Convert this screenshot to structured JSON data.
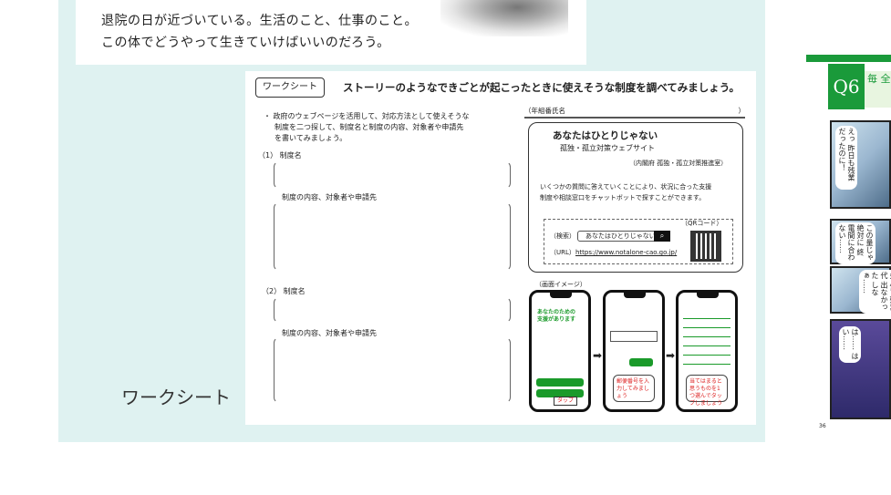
{
  "story": {
    "line1": "退院の日が近づいている。生活のこと、仕事のこと。",
    "line2": "この体でどうやって生きていけばいいのだろう。"
  },
  "worksheet_label": "ワークシート",
  "sheet": {
    "tag": "ワークシート",
    "heading": "ストーリーのようなできごとが起こったときに使えそうな制度を調べてみましょう。",
    "instructions": [
      "・ 政府のウェブページを活用して、対応方法として使えそうな",
      "制度を二つ探して、制度名と制度の内容、対象者や申請先",
      "を書いてみましょう。"
    ],
    "item1_name": "（1） 制度名",
    "item1_detail": "制度の内容、対象者や申請先",
    "item2_name": "（2） 制度名",
    "item2_detail": "制度の内容、対象者や申請先",
    "name_line": {
      "open": "（",
      "year": "年",
      "class": "組",
      "number": "番",
      "name": "氏名",
      "close": "）"
    },
    "card": {
      "title": "あなたはひとりじゃない",
      "subtitle": "孤独・孤立対策ウェブサイト",
      "org": "（内閣府 孤独・孤立対策推進室）",
      "desc1": "いくつかの質問に答えていくことにより、状況に合った支援",
      "desc2": "制度や相談窓口をチャットボットで探すことができます。",
      "search_label": "（検索）",
      "search_value": "あなたはひとりじゃない",
      "qr_label": "（QRコード）",
      "url_label": "（URL）",
      "url": "https://www.notalone-cao.go.jp/"
    },
    "screen_label": "（画面イメージ）",
    "phone1": {
      "text1": "あなたのための",
      "text2": "支援があります",
      "callout": "タップ"
    },
    "phone2": {
      "callout": "郵便番号を入力してみましょう"
    },
    "phone3": {
      "callout": "当てはまると思うものを1つ選んでタップしましょう"
    }
  },
  "right": {
    "q": "Q6",
    "title": "毎 全",
    "manga1": "えっ 昨日も残業だったのに！",
    "manga2": "この量じゃ 絶対に 終電間に合わない……",
    "manga3": "先月も 残業代 出なかった しなぁ……",
    "manga4": "は…… はい……",
    "page_no": "36"
  },
  "colors": {
    "panel": "#dff2f1",
    "green": "#1a9a3a"
  }
}
